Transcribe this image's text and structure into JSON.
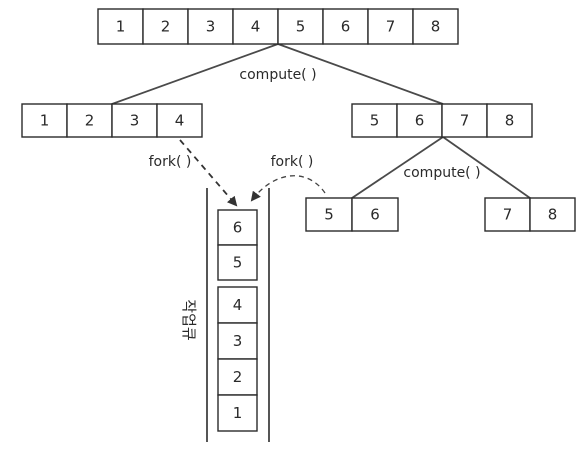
{
  "top_array": [
    "1",
    "2",
    "3",
    "4",
    "5",
    "6",
    "7",
    "8"
  ],
  "left_half": [
    "1",
    "2",
    "3",
    "4"
  ],
  "right_half": [
    "5",
    "6",
    "7",
    "8"
  ],
  "split_pair_left": [
    "5",
    "6"
  ],
  "split_pair_right": [
    "7",
    "8"
  ],
  "labels": {
    "compute_top": "compute( )",
    "compute_right": "compute( )",
    "fork_left": "fork( )",
    "fork_right": "fork( )",
    "queue_title": "작업큐"
  },
  "queue_upper": [
    "6",
    "5"
  ],
  "queue_lower": [
    "4",
    "3",
    "2",
    "1"
  ]
}
